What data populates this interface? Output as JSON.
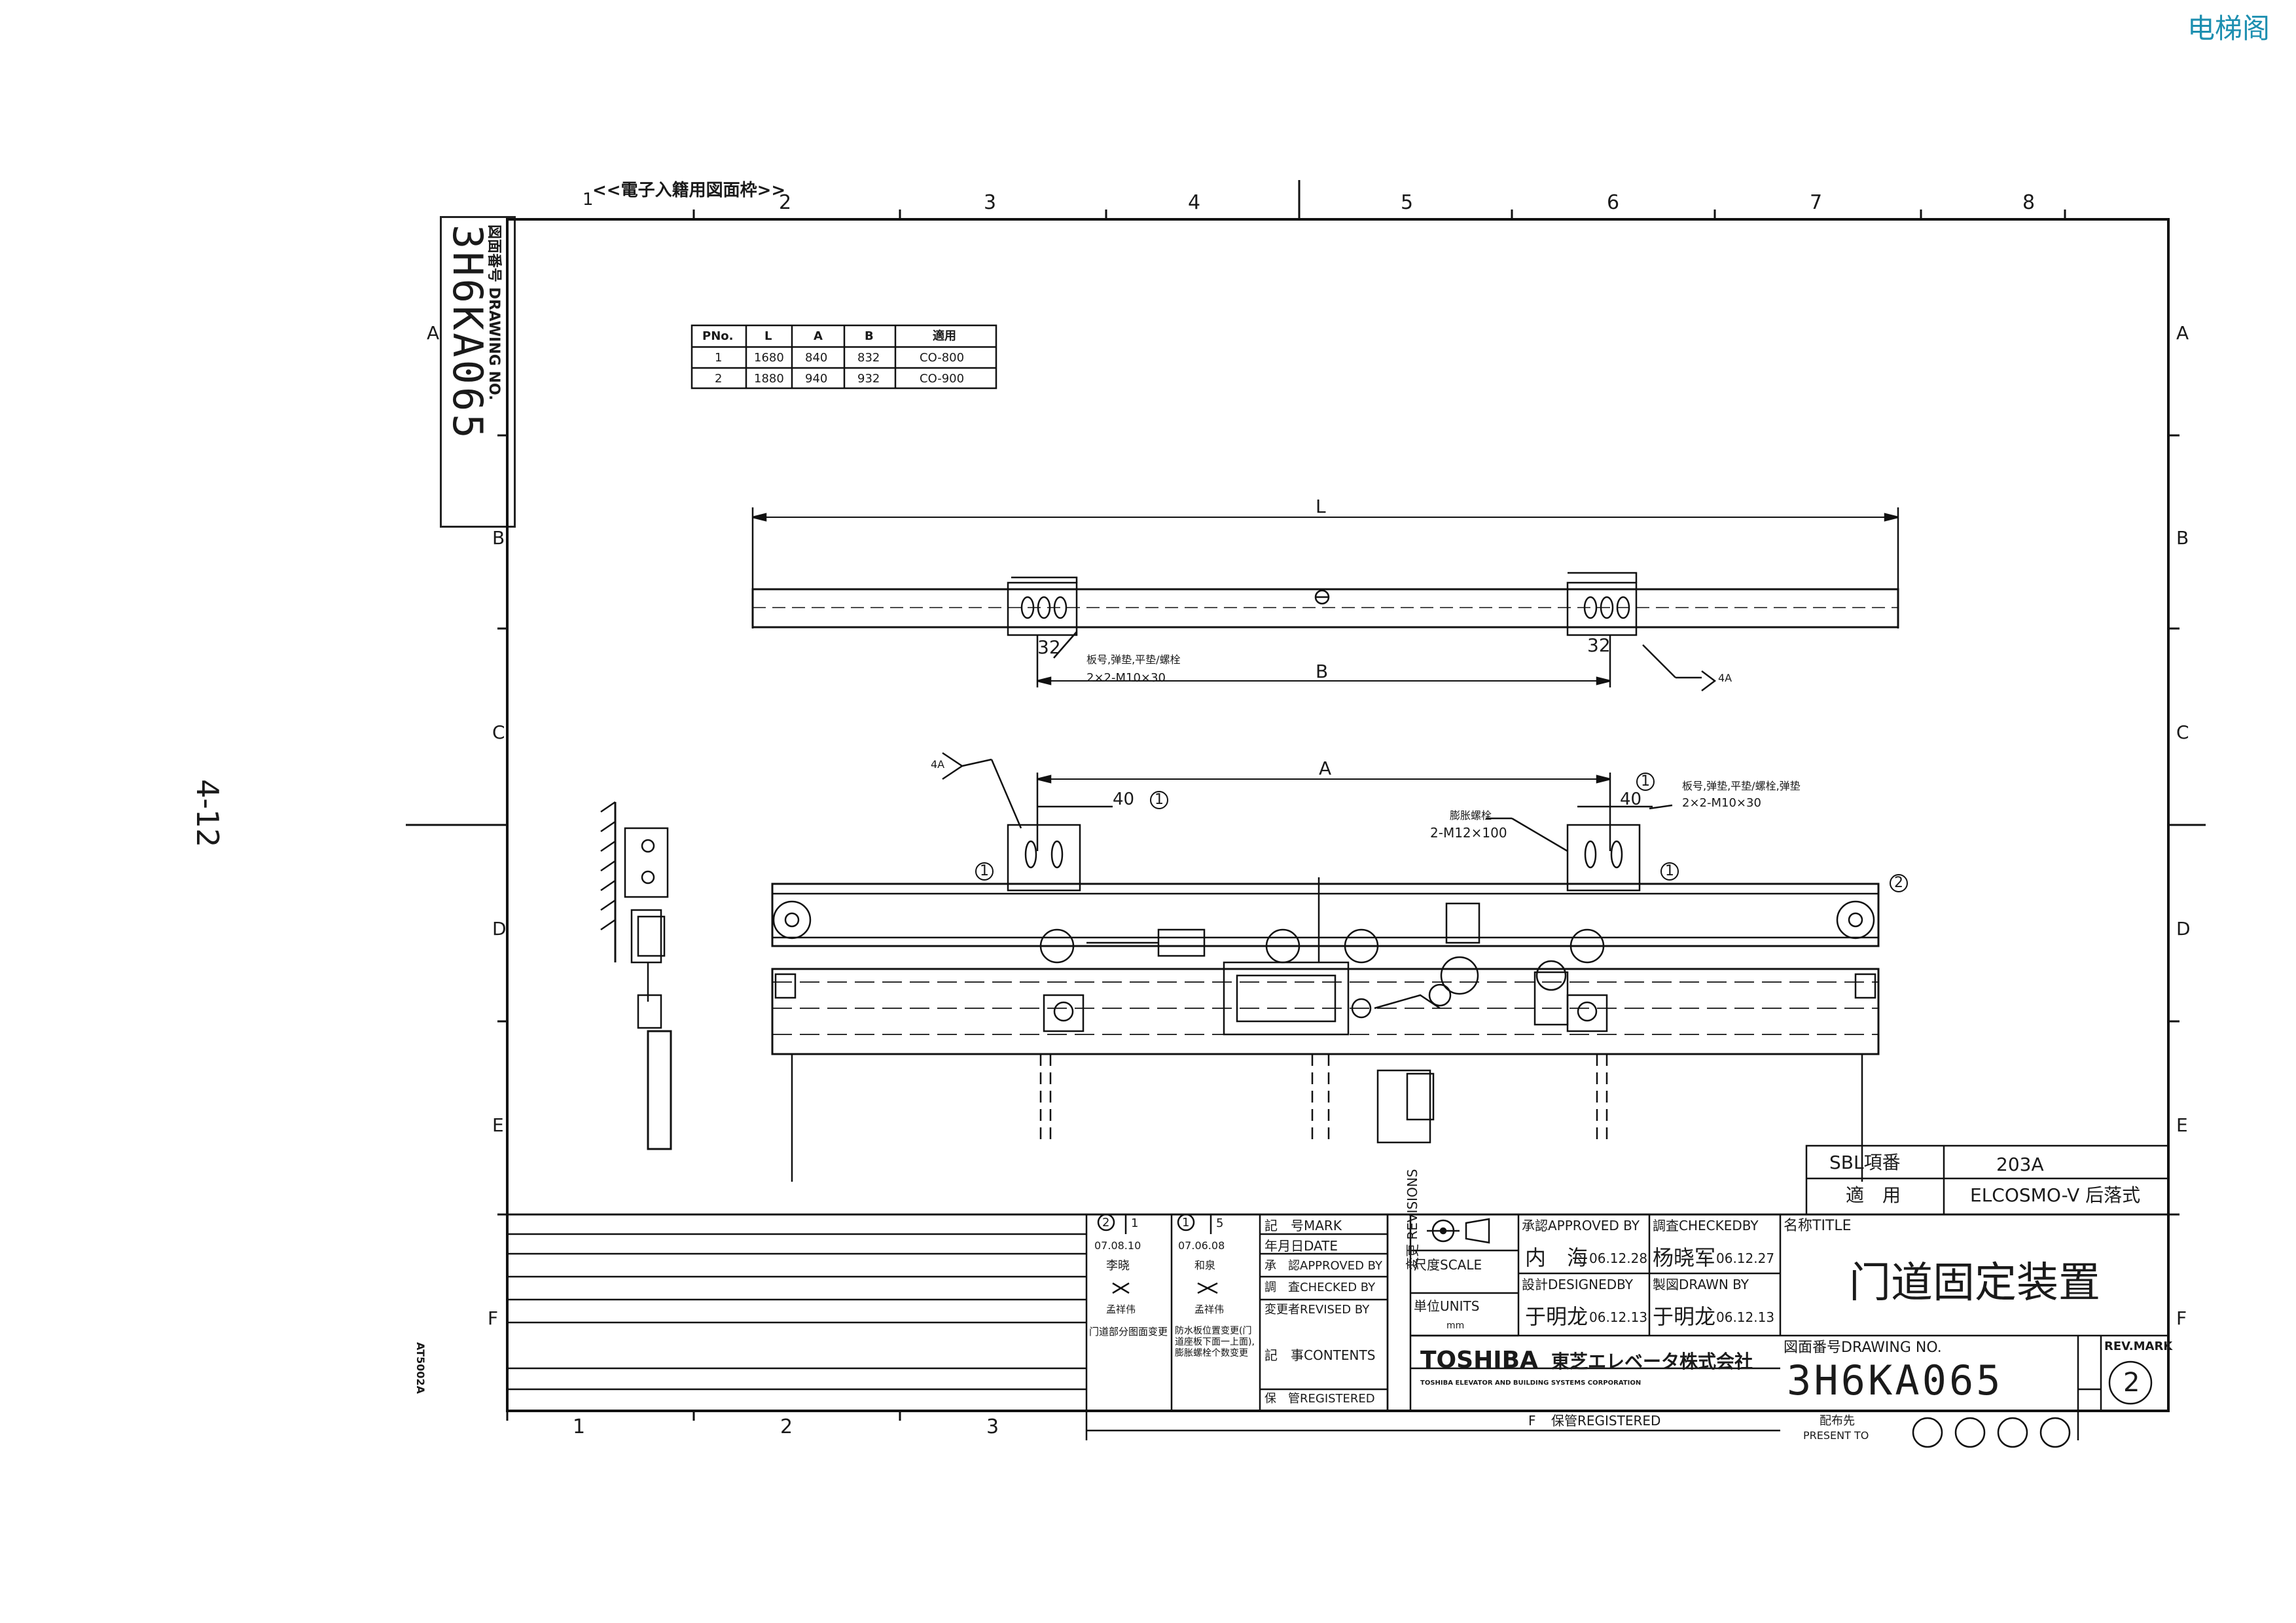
{
  "watermark": "电梯阁",
  "page_number": "4-12",
  "frame_label": "<<電子入籍用図面枠>>",
  "drawing_no_side_label": "図面番号 DRAWING NO.",
  "drawing_no": "3H6KA065",
  "side_code": "AT5002A",
  "grid": {
    "cols_top": [
      "1",
      "2",
      "3",
      "4",
      "5",
      "6",
      "7",
      "8"
    ],
    "cols_bottom": [
      "1",
      "2",
      "3"
    ],
    "rows": [
      "A",
      "B",
      "C",
      "D",
      "E",
      "F"
    ]
  },
  "param_table": {
    "headers": [
      "PNo.",
      "L",
      "A",
      "B",
      "適用"
    ],
    "rows": [
      [
        "1",
        "1680",
        "840",
        "832",
        "CO-800"
      ],
      [
        "2",
        "1880",
        "940",
        "932",
        "CO-900"
      ]
    ]
  },
  "dims": {
    "L": "L",
    "B": "B",
    "A": "A",
    "d32a": "32",
    "d32b": "32",
    "d40a": "40",
    "d40b": "40"
  },
  "notes": {
    "bolt_top": "板号,弹垫,平垫/螺栓",
    "bolt_top_spec": "2×2-M10×30",
    "weld_top": "4A",
    "weld_mid": "4A",
    "bolt_mid": "板号,弹垫,平垫/螺栓,弹垫",
    "bolt_mid_spec": "2×2-M10×30",
    "anchor": "膨胀螺栓",
    "anchor_spec": "2-M12×100",
    "circle1": "1",
    "circle2": "2"
  },
  "sbl": {
    "label": "SBL項番",
    "value": "203A",
    "apply_label": "適　用",
    "apply_value": "ELCOSMO-V 后落式"
  },
  "revisions": {
    "col2": {
      "mark": "2",
      "num": "1",
      "date": "07.08.10",
      "approver": "李晓",
      "checker": "孟祥伟",
      "content": "门道部分图面变更"
    },
    "col1": {
      "mark": "1",
      "num": "5",
      "date": "07.06.08",
      "approver": "和泉",
      "checker": "孟祥伟",
      "content": "防水板位置变更(门道座板下面一上面),膨胀螺栓个数变更"
    },
    "labels": {
      "mark": "記　号MARK",
      "date": "年月日DATE",
      "approved": "承　認APPROVED BY",
      "checked": "調　査CHECKED BY",
      "revised": "変更者REVISED BY",
      "contents": "記　事CONTENTS",
      "registered": "保　管REGISTERED",
      "revisions_vertical": "変更 REVISIONS"
    }
  },
  "title_block": {
    "scale_label": "尺度SCALE",
    "units_label": "単位UNITS",
    "units_value": "mm",
    "approved_label": "承認APPROVED BY",
    "approved_name": "内　海",
    "approved_date": "06.12.28",
    "checked_label": "調査CHECKEDBY",
    "checked_name": "杨晓军",
    "checked_date": "06.12.27",
    "designed_label": "設計DESIGNEDBY",
    "designed_name": "于明龙",
    "designed_date": "06.12.13",
    "drawn_label": "製図DRAWN BY",
    "drawn_name": "于明龙",
    "drawn_date": "06.12.13",
    "title_label": "名称TITLE",
    "title": "门道固定装置",
    "company_brand": "TOSHIBA",
    "company_jp": "東芝エレベータ株式会社",
    "company_en": "TOSHIBA ELEVATOR AND BUILDING SYSTEMS CORPORATION",
    "drawing_no_label": "図面番号DRAWING NO.",
    "drawing_no": "3H6KA065",
    "rev_mark_label": "REV.MARK",
    "rev_mark": "2",
    "present_label": "配布先",
    "present_label_en": "PRESENT TO",
    "registered_label": "保管REGISTERED",
    "f_label": "F"
  }
}
